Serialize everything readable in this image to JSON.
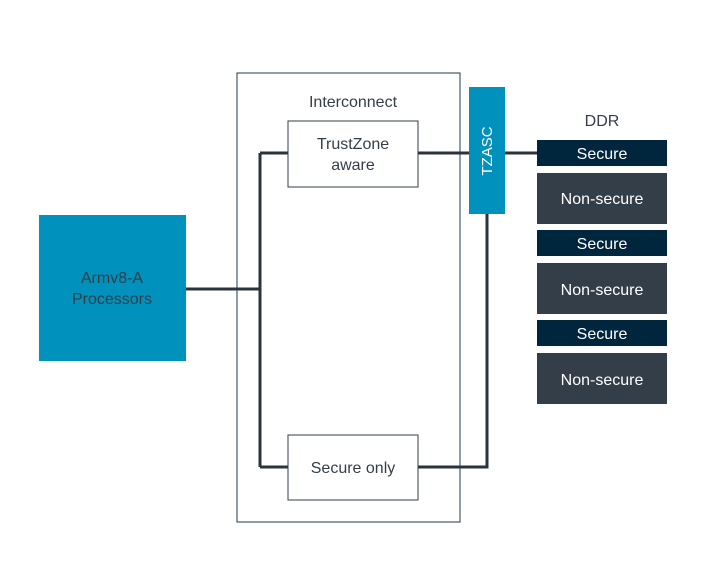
{
  "colors": {
    "processor_fill": "#0091bd",
    "tzasc_fill": "#0091bd",
    "secure_fill": "#00263e",
    "nonsecure_fill": "#333e48",
    "wire": "#2b333d",
    "interconnect_border": "#1f3a4d",
    "text_dark": "#333e48",
    "text_light": "#ffffff"
  },
  "processor": {
    "line1": "Armv8-A",
    "line2": "Processors"
  },
  "interconnect": {
    "title": "Interconnect",
    "trustzone_aware": {
      "line1": "TrustZone",
      "line2": "aware"
    },
    "secure_only": "Secure only"
  },
  "tzasc": {
    "label": "TZASC"
  },
  "ddr": {
    "title": "DDR",
    "regions": [
      {
        "label": "Secure",
        "kind": "secure"
      },
      {
        "label": "Non-secure",
        "kind": "nonsecure"
      },
      {
        "label": "Secure",
        "kind": "secure"
      },
      {
        "label": "Non-secure",
        "kind": "nonsecure"
      },
      {
        "label": "Secure",
        "kind": "secure"
      },
      {
        "label": "Non-secure",
        "kind": "nonsecure"
      }
    ]
  }
}
